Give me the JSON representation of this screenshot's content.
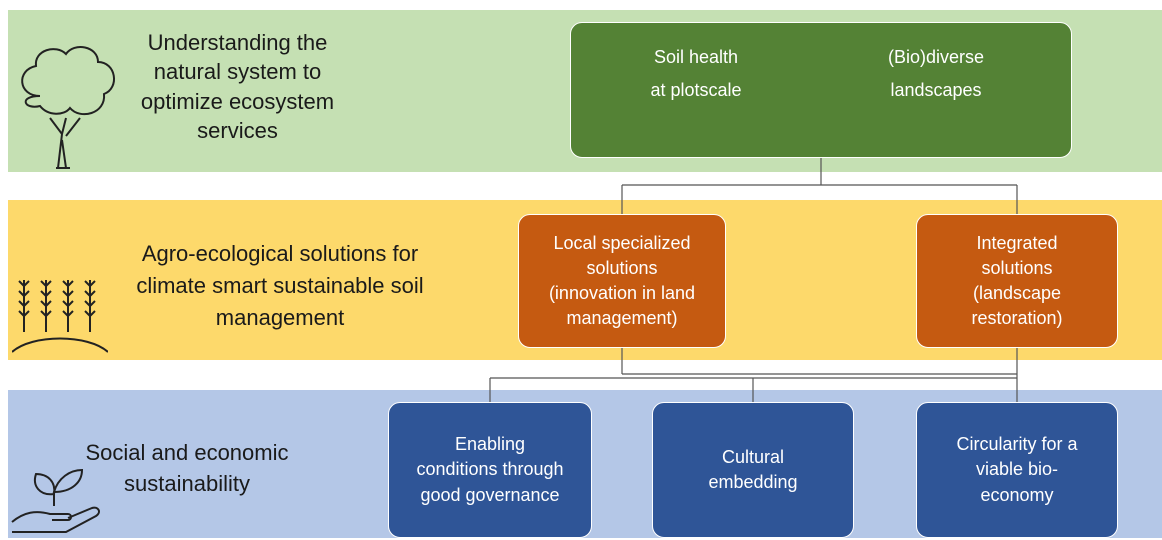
{
  "bands": {
    "top": {
      "lines": [
        "Understanding the",
        "natural system to",
        "optimize ecosystem",
        "services"
      ],
      "color": "#c5e0b3",
      "icon": "tree-icon"
    },
    "middle": {
      "lines": [
        "Agro-ecological solutions for",
        "climate smart sustainable soil",
        "management"
      ],
      "color": "#fdd96b",
      "icon": "wheat-field-icon"
    },
    "bottom": {
      "lines": [
        "Social and economic",
        "sustainability"
      ],
      "color": "#b4c7e7",
      "icon": "hand-sprout-icon"
    }
  },
  "green_box": {
    "color": "#548235",
    "col1": [
      "Soil health",
      "at plotscale"
    ],
    "col2": [
      "(Bio)diverse",
      "landscapes"
    ]
  },
  "orange_boxes": {
    "color": "#c55a11",
    "left": [
      "Local specialized",
      "solutions",
      "(innovation in land",
      "management)"
    ],
    "right": [
      "Integrated",
      "solutions",
      "(landscape",
      "restoration)"
    ]
  },
  "blue_boxes": {
    "color": "#2f5597",
    "left": [
      "Enabling",
      "conditions through",
      "good governance"
    ],
    "center": [
      "Cultural",
      "embedding"
    ],
    "right": [
      "Circularity for a",
      "viable bio-",
      "economy"
    ]
  }
}
